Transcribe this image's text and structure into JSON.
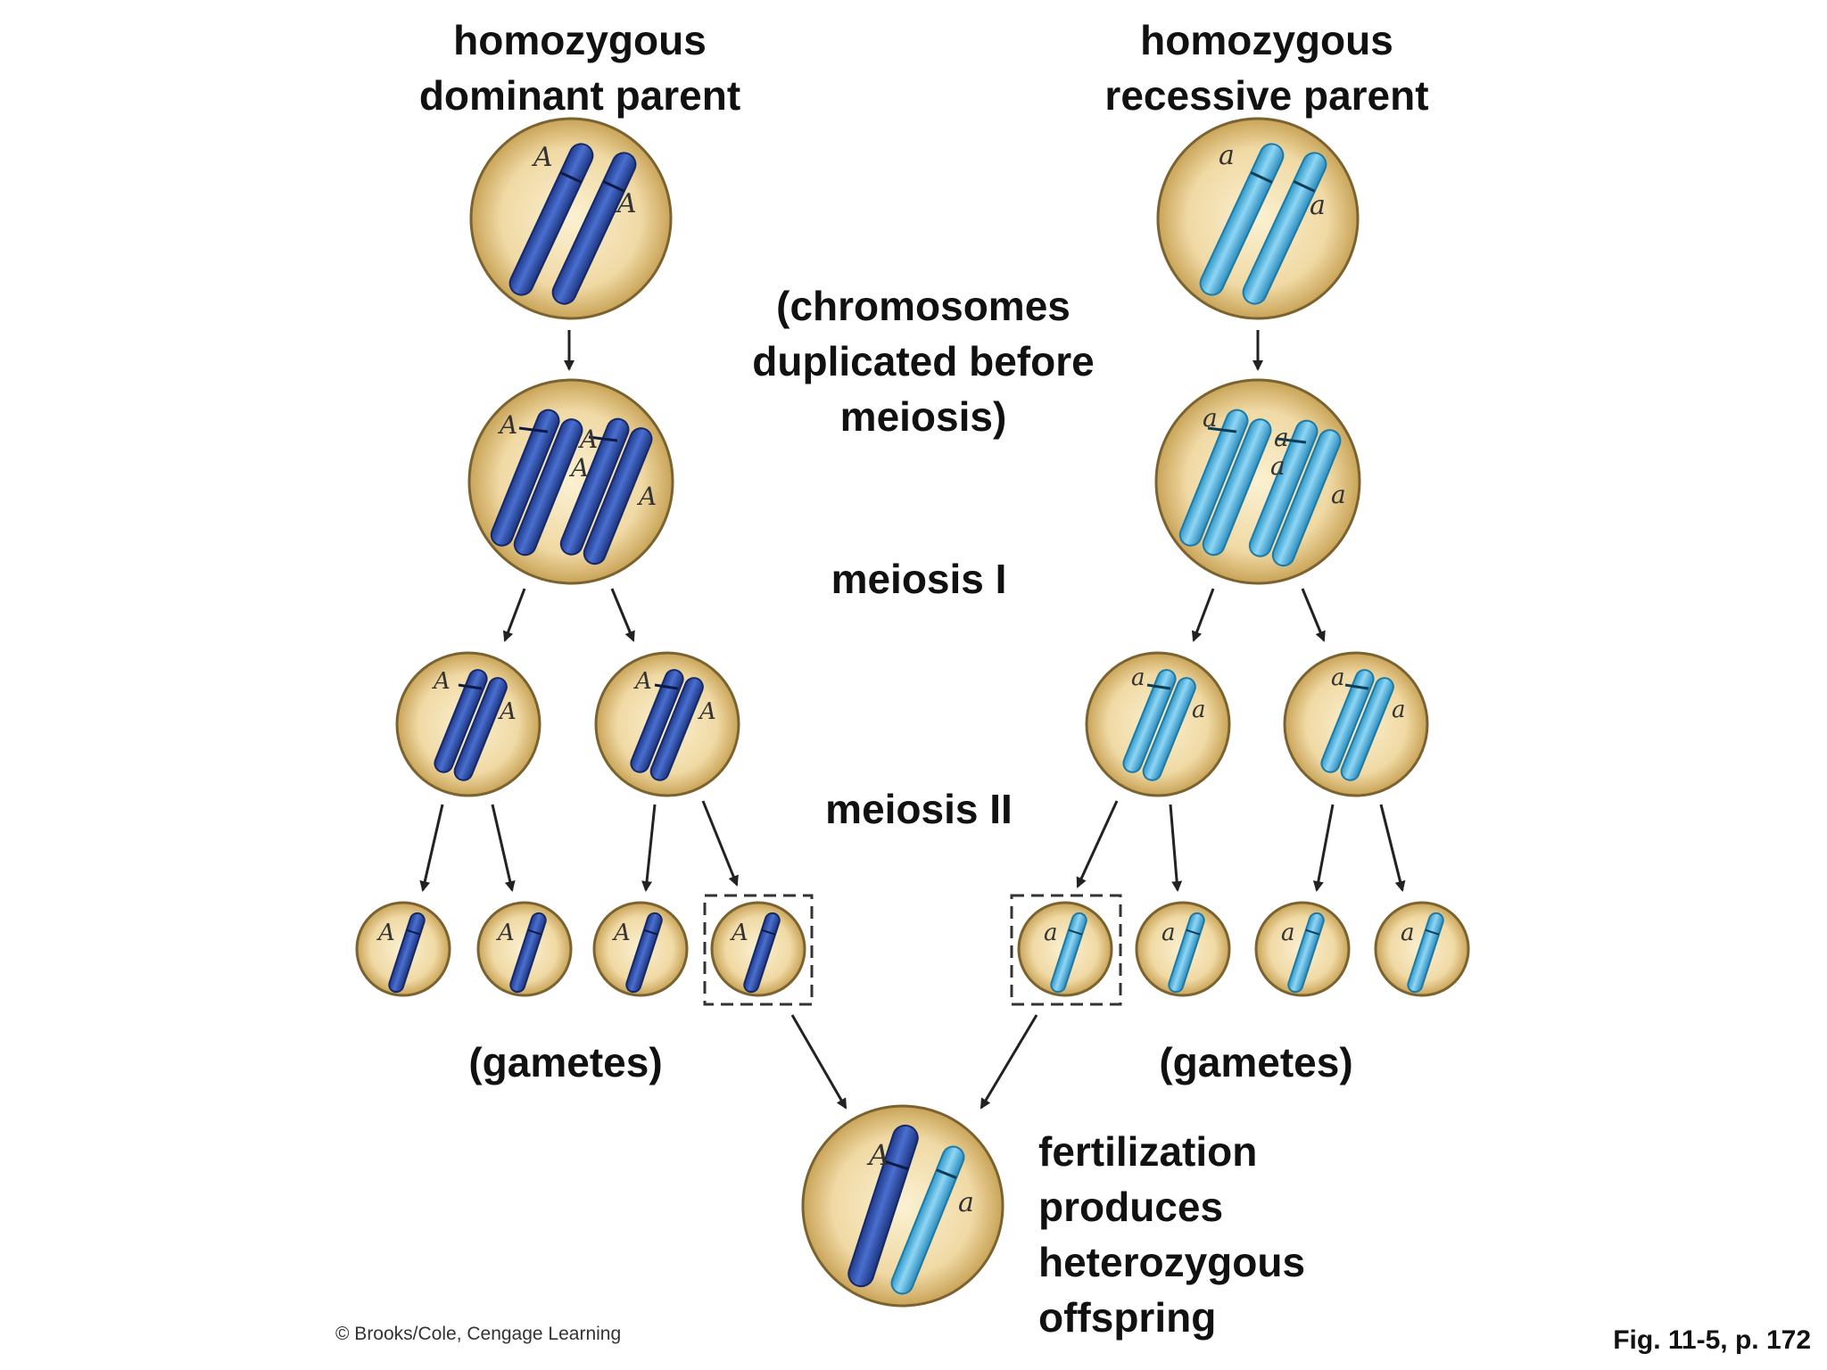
{
  "labels": {
    "dominant_parent": [
      "homozygous",
      "dominant parent"
    ],
    "recessive_parent": [
      "homozygous",
      "recessive parent"
    ],
    "duplication_note": [
      "(chromosomes",
      "duplicated before",
      "meiosis)"
    ],
    "meiosis_1": "meiosis I",
    "meiosis_2": "meiosis II",
    "gametes_left": "(gametes)",
    "gametes_right": "(gametes)",
    "fertilization": [
      "fertilization",
      "produces",
      "heterozygous",
      "offspring"
    ]
  },
  "alleles": {
    "dominant": "A",
    "recessive": "a"
  },
  "credit": "© Brooks/Cole, Cengage Learning",
  "figure_ref": "Fig. 11-5, p. 172",
  "colors": {
    "dominant_chromosome": "#3355b8",
    "recessive_chromosome": "#4fb7e6",
    "cell_fill": "#f0d9a4",
    "cell_edge": "#7a6330",
    "arrow": "#222222"
  },
  "icons": {
    "cell": "cell-icon",
    "chromosome_dominant": "dominant-chromosome-icon",
    "chromosome_recessive": "recessive-chromosome-icon",
    "arrow": "arrow-icon",
    "highlight": "dashed-box-icon"
  }
}
